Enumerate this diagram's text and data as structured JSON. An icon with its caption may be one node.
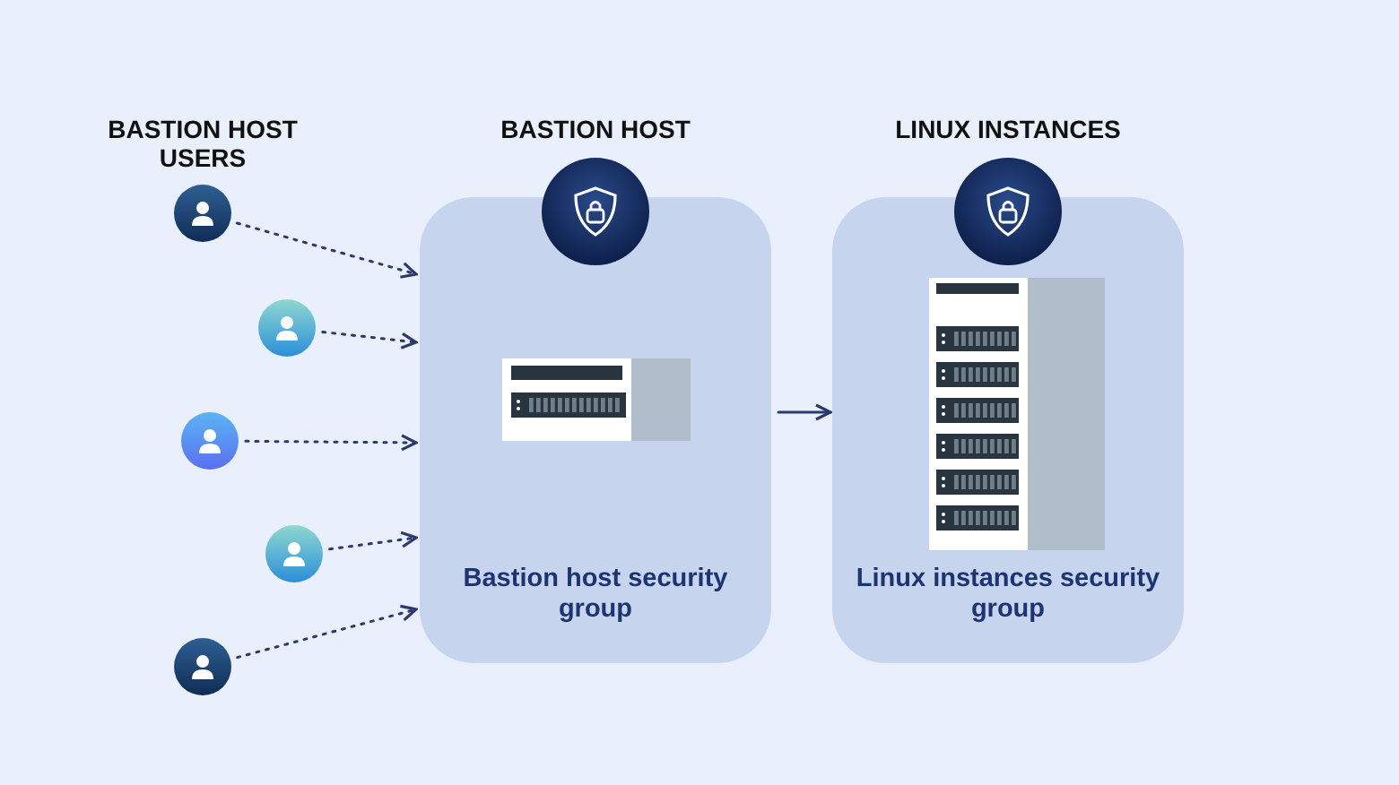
{
  "diagram": {
    "nodes": [
      {
        "text": [],
        "shape": "person"
      },
      {
        "text": [],
        "shape": "person"
      },
      {
        "text": [],
        "shape": "person"
      },
      {
        "text": [],
        "shape": "person"
      },
      {
        "text": [],
        "shape": "person"
      },
      {
        "text": [
          "BASTION HOST",
          "Bastion host security group"
        ]
      },
      {
        "text": [
          "LINUX INSTANCES",
          "Linux instances security group"
        ]
      }
    ],
    "edges": [
      {
        "from": 0,
        "to": 5,
        "arrow": "to",
        "style": "dashed"
      },
      {
        "from": 1,
        "to": 5,
        "arrow": "to",
        "style": "dashed"
      },
      {
        "from": 2,
        "to": 5,
        "arrow": "to",
        "style": "dashed"
      },
      {
        "from": 3,
        "to": 5,
        "arrow": "to",
        "style": "dashed"
      },
      {
        "from": 4,
        "to": 5,
        "arrow": "to",
        "style": "dashed"
      },
      {
        "from": 5,
        "to": 6,
        "arrow": "to"
      }
    ],
    "labels": [
      "BASTION HOST USERS"
    ]
  }
}
